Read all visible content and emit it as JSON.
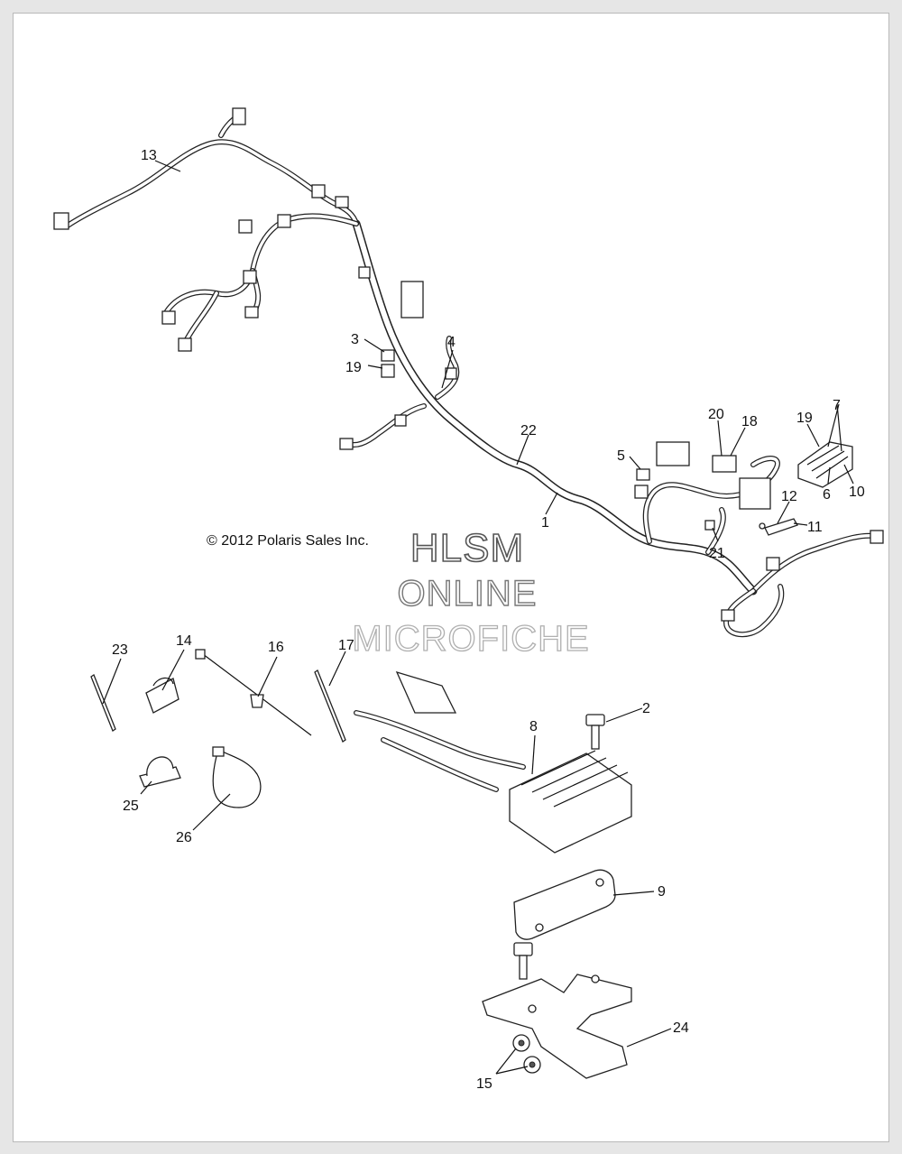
{
  "copyright": "© 2012 Polaris Sales Inc.",
  "watermark": {
    "line1": "HLSM",
    "line2": "ONLINE",
    "line3": "MICROFICHE"
  },
  "callouts": {
    "c1": "1",
    "c2": "2",
    "c3": "3",
    "c4": "4",
    "c5": "5",
    "c6": "6",
    "c7": "7",
    "c8": "8",
    "c9": "9",
    "c10": "10",
    "c11": "11",
    "c12": "12",
    "c13": "13",
    "c14": "14",
    "c15": "15",
    "c16": "16",
    "c17": "17",
    "c18": "18",
    "c19a": "19",
    "c19b": "19",
    "c20": "20",
    "c21": "21",
    "c22": "22",
    "c23": "23",
    "c24": "24",
    "c25": "25",
    "c26": "26"
  }
}
